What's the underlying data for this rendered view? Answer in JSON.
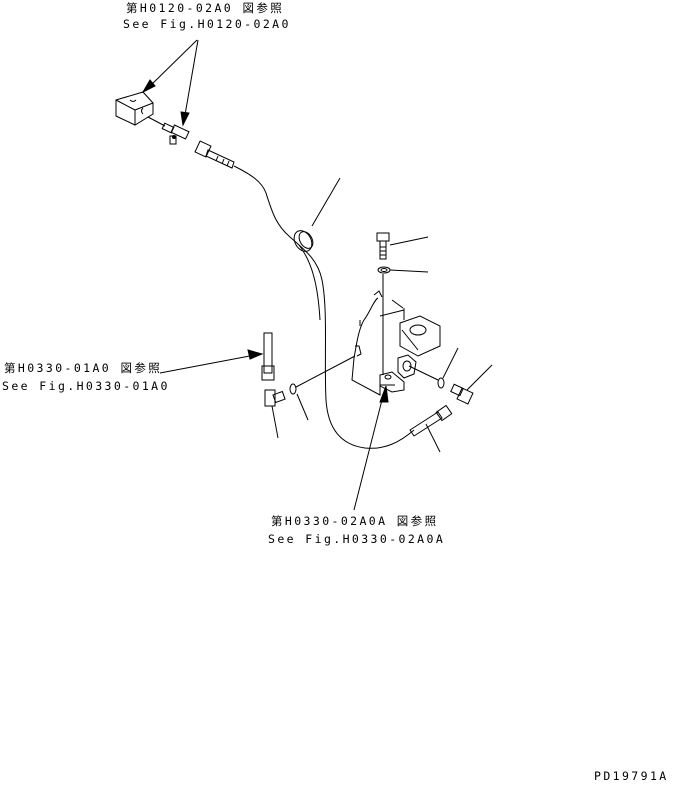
{
  "figure_id": "PD19791A",
  "references": [
    {
      "id": "ref-h0120",
      "jp": "第H0120-02A0 図参照",
      "en": "See Fig.H0120-02A0"
    },
    {
      "id": "ref-h0330-01",
      "jp": "第H0330-01A0 図参照",
      "en": "See Fig.H0330-01A0"
    },
    {
      "id": "ref-h0330-02",
      "jp": "第H0330-02A0A 図参照",
      "en": "See Fig.H0330-02A0A"
    }
  ],
  "parts": [
    "solenoid-block",
    "tee-fitting",
    "hose-fitting",
    "hose",
    "clamp",
    "bolt",
    "washer",
    "valve-body",
    "o-ring-left",
    "elbow-left",
    "pipe-left",
    "o-ring-right",
    "elbow-right",
    "hose-fitting-right"
  ]
}
